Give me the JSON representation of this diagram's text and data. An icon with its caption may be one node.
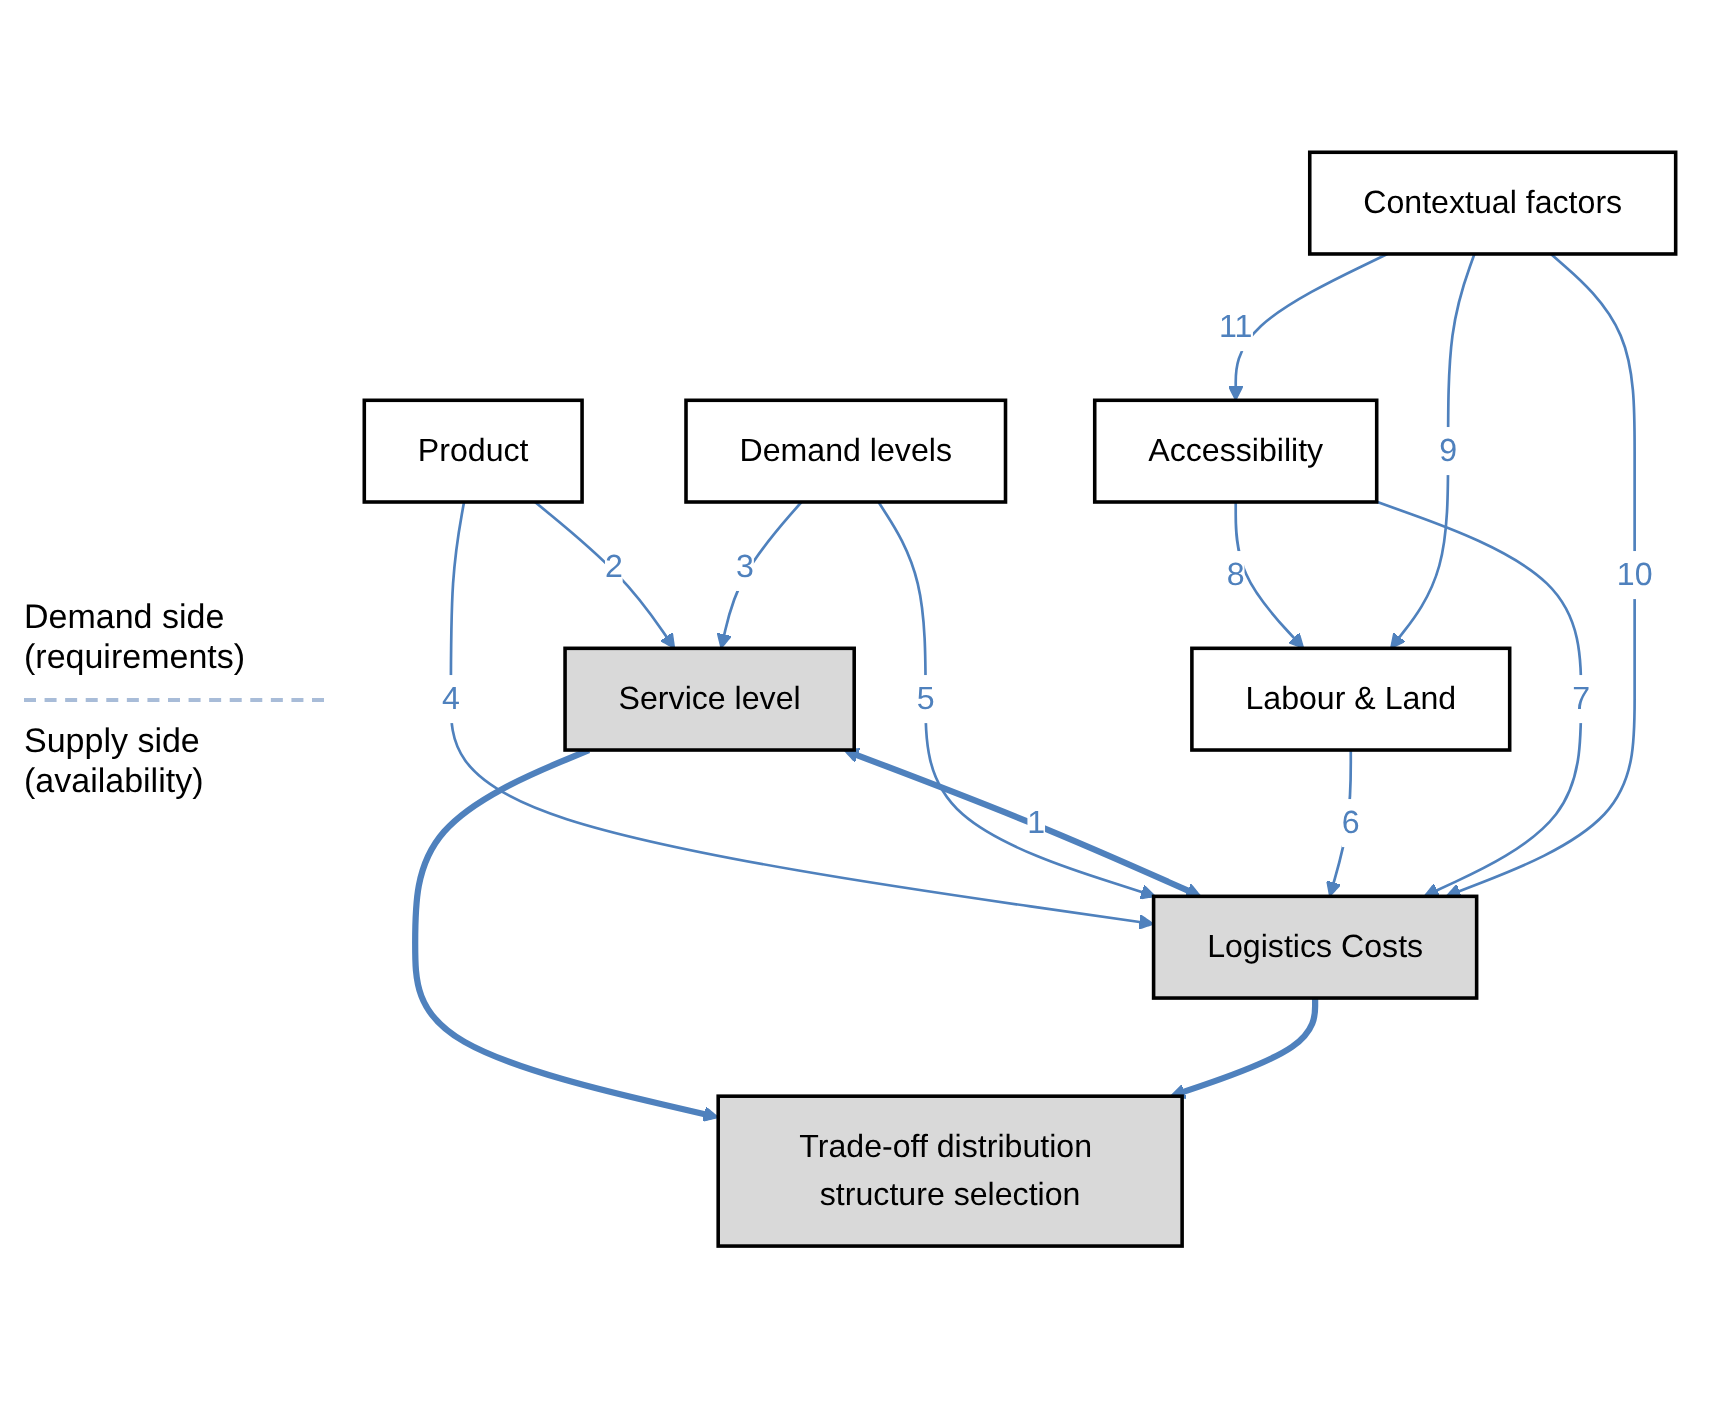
{
  "diagram": {
    "nodes": [
      {
        "text": [
          "Product"
        ]
      },
      {
        "text": [
          "Demand levels"
        ]
      },
      {
        "text": [
          "Service level"
        ]
      },
      {
        "text": [
          "Trade-off distribution structure selection"
        ]
      },
      {
        "text": [
          "Logistics Costs"
        ]
      },
      {
        "text": [
          "Labour & Land"
        ]
      },
      {
        "text": [
          "Accessibility"
        ]
      },
      {
        "text": [
          "Contextual factors"
        ]
      }
    ],
    "edges": [
      {
        "from": 0,
        "to": 2,
        "arrow": "to",
        "label": "2"
      },
      {
        "from": 1,
        "to": 2,
        "arrow": "to",
        "label": "3"
      },
      {
        "from": 0,
        "to": 4,
        "arrow": "to",
        "label": "4"
      },
      {
        "from": 1,
        "to": 4,
        "arrow": "to",
        "label": "5"
      },
      {
        "from": 2,
        "to": 4,
        "arrow": "both",
        "label": "1",
        "style": "thick"
      },
      {
        "from": 2,
        "to": 3,
        "arrow": "to",
        "style": "thick"
      },
      {
        "from": 4,
        "to": 3,
        "arrow": "to",
        "style": "thick"
      },
      {
        "from": 5,
        "to": 4,
        "arrow": "to",
        "label": "6"
      },
      {
        "from": 6,
        "to": 4,
        "arrow": "to",
        "label": "7"
      },
      {
        "from": 6,
        "to": 5,
        "arrow": "to",
        "label": "8"
      },
      {
        "from": 7,
        "to": 5,
        "arrow": "to",
        "label": "9"
      },
      {
        "from": 7,
        "to": 4,
        "arrow": "to",
        "label": "10"
      },
      {
        "from": 7,
        "to": 6,
        "arrow": "to",
        "label": "11"
      }
    ],
    "labels": [
      "Demand side (requirements)",
      "Supply side (availability)"
    ]
  }
}
